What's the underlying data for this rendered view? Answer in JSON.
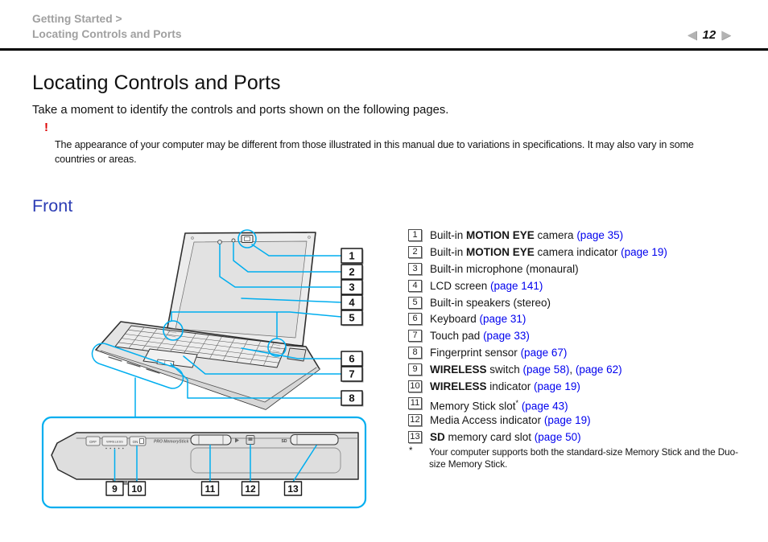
{
  "header": {
    "breadcrumb_line1": "Getting Started >",
    "breadcrumb_line2": "Locating Controls and Ports",
    "prev_icon": "left-arrow",
    "next_icon": "right-arrow",
    "prev_glyph": "◀",
    "next_glyph": "▶",
    "page_number": "12"
  },
  "page": {
    "title": "Locating Controls and Ports",
    "intro": "Take a moment to identify the controls and ports shown on the following pages.",
    "warning_mark": "!",
    "warning_lines": [
      "The appearance of your computer may be different from those illustrated in this manual due to variations in specifications. It may also vary in some",
      "countries or areas."
    ],
    "section_heading": "Front"
  },
  "figure": {
    "callouts_top": [
      "1",
      "2",
      "3",
      "4",
      "5",
      "6",
      "7",
      "8"
    ],
    "callouts_bottom": [
      "9",
      "10",
      "11",
      "12",
      "13"
    ],
    "edge_labels": {
      "off": "OFF",
      "wireless": "WIRELESS",
      "on": "ON",
      "pro": "PRO MemoryStick",
      "sd": "SD"
    }
  },
  "parts": {
    "items": [
      {
        "num": "1",
        "segs": [
          [
            "n",
            "Built-in "
          ],
          [
            "b",
            "MOTION EYE"
          ],
          [
            "n",
            " camera "
          ],
          [
            "l",
            "(page 35)"
          ]
        ]
      },
      {
        "num": "2",
        "segs": [
          [
            "n",
            "Built-in "
          ],
          [
            "b",
            "MOTION EYE"
          ],
          [
            "n",
            " camera indicator "
          ],
          [
            "l",
            "(page 19)"
          ]
        ]
      },
      {
        "num": "3",
        "segs": [
          [
            "n",
            "Built-in microphone (monaural)"
          ]
        ]
      },
      {
        "num": "4",
        "segs": [
          [
            "n",
            "LCD screen "
          ],
          [
            "l",
            "(page 141)"
          ]
        ]
      },
      {
        "num": "5",
        "segs": [
          [
            "n",
            "Built-in speakers (stereo)"
          ]
        ]
      },
      {
        "num": "6",
        "segs": [
          [
            "n",
            "Keyboard "
          ],
          [
            "l",
            "(page 31)"
          ]
        ]
      },
      {
        "num": "7",
        "segs": [
          [
            "n",
            "Touch pad "
          ],
          [
            "l",
            "(page 33)"
          ]
        ]
      },
      {
        "num": "8",
        "segs": [
          [
            "n",
            "Fingerprint sensor "
          ],
          [
            "l",
            "(page 67)"
          ]
        ]
      },
      {
        "num": "9",
        "segs": [
          [
            "b",
            "WIRELESS"
          ],
          [
            "n",
            " switch "
          ],
          [
            "l",
            "(page 58)"
          ],
          [
            "n",
            ", "
          ],
          [
            "l",
            "(page 62)"
          ]
        ]
      },
      {
        "num": "10",
        "segs": [
          [
            "b",
            "WIRELESS"
          ],
          [
            "n",
            " indicator "
          ],
          [
            "l",
            "(page 19)"
          ]
        ]
      },
      {
        "num": "11",
        "segs": [
          [
            "n",
            "Memory Stick slot"
          ],
          [
            "sup",
            "*"
          ],
          [
            "n",
            " "
          ],
          [
            "l",
            "(page 43)"
          ]
        ]
      },
      {
        "num": "12",
        "segs": [
          [
            "n",
            "Media Access indicator "
          ],
          [
            "l",
            "(page 19)"
          ]
        ]
      },
      {
        "num": "13",
        "segs": [
          [
            "b",
            "SD"
          ],
          [
            "n",
            " memory card slot "
          ],
          [
            "l",
            "(page 50)"
          ]
        ]
      }
    ],
    "footnote": {
      "marker": "*",
      "lines": [
        "Your computer supports both the standard-size Memory Stick and the Duo-",
        "size Memory Stick."
      ]
    }
  },
  "colors": {
    "accent_cyan": "#00aeef",
    "link_blue": "#0000ee",
    "heading_blue": "#2b3cb4",
    "breadcrumb_gray": "#a0a0a0",
    "warning_red": "#dd0000"
  }
}
